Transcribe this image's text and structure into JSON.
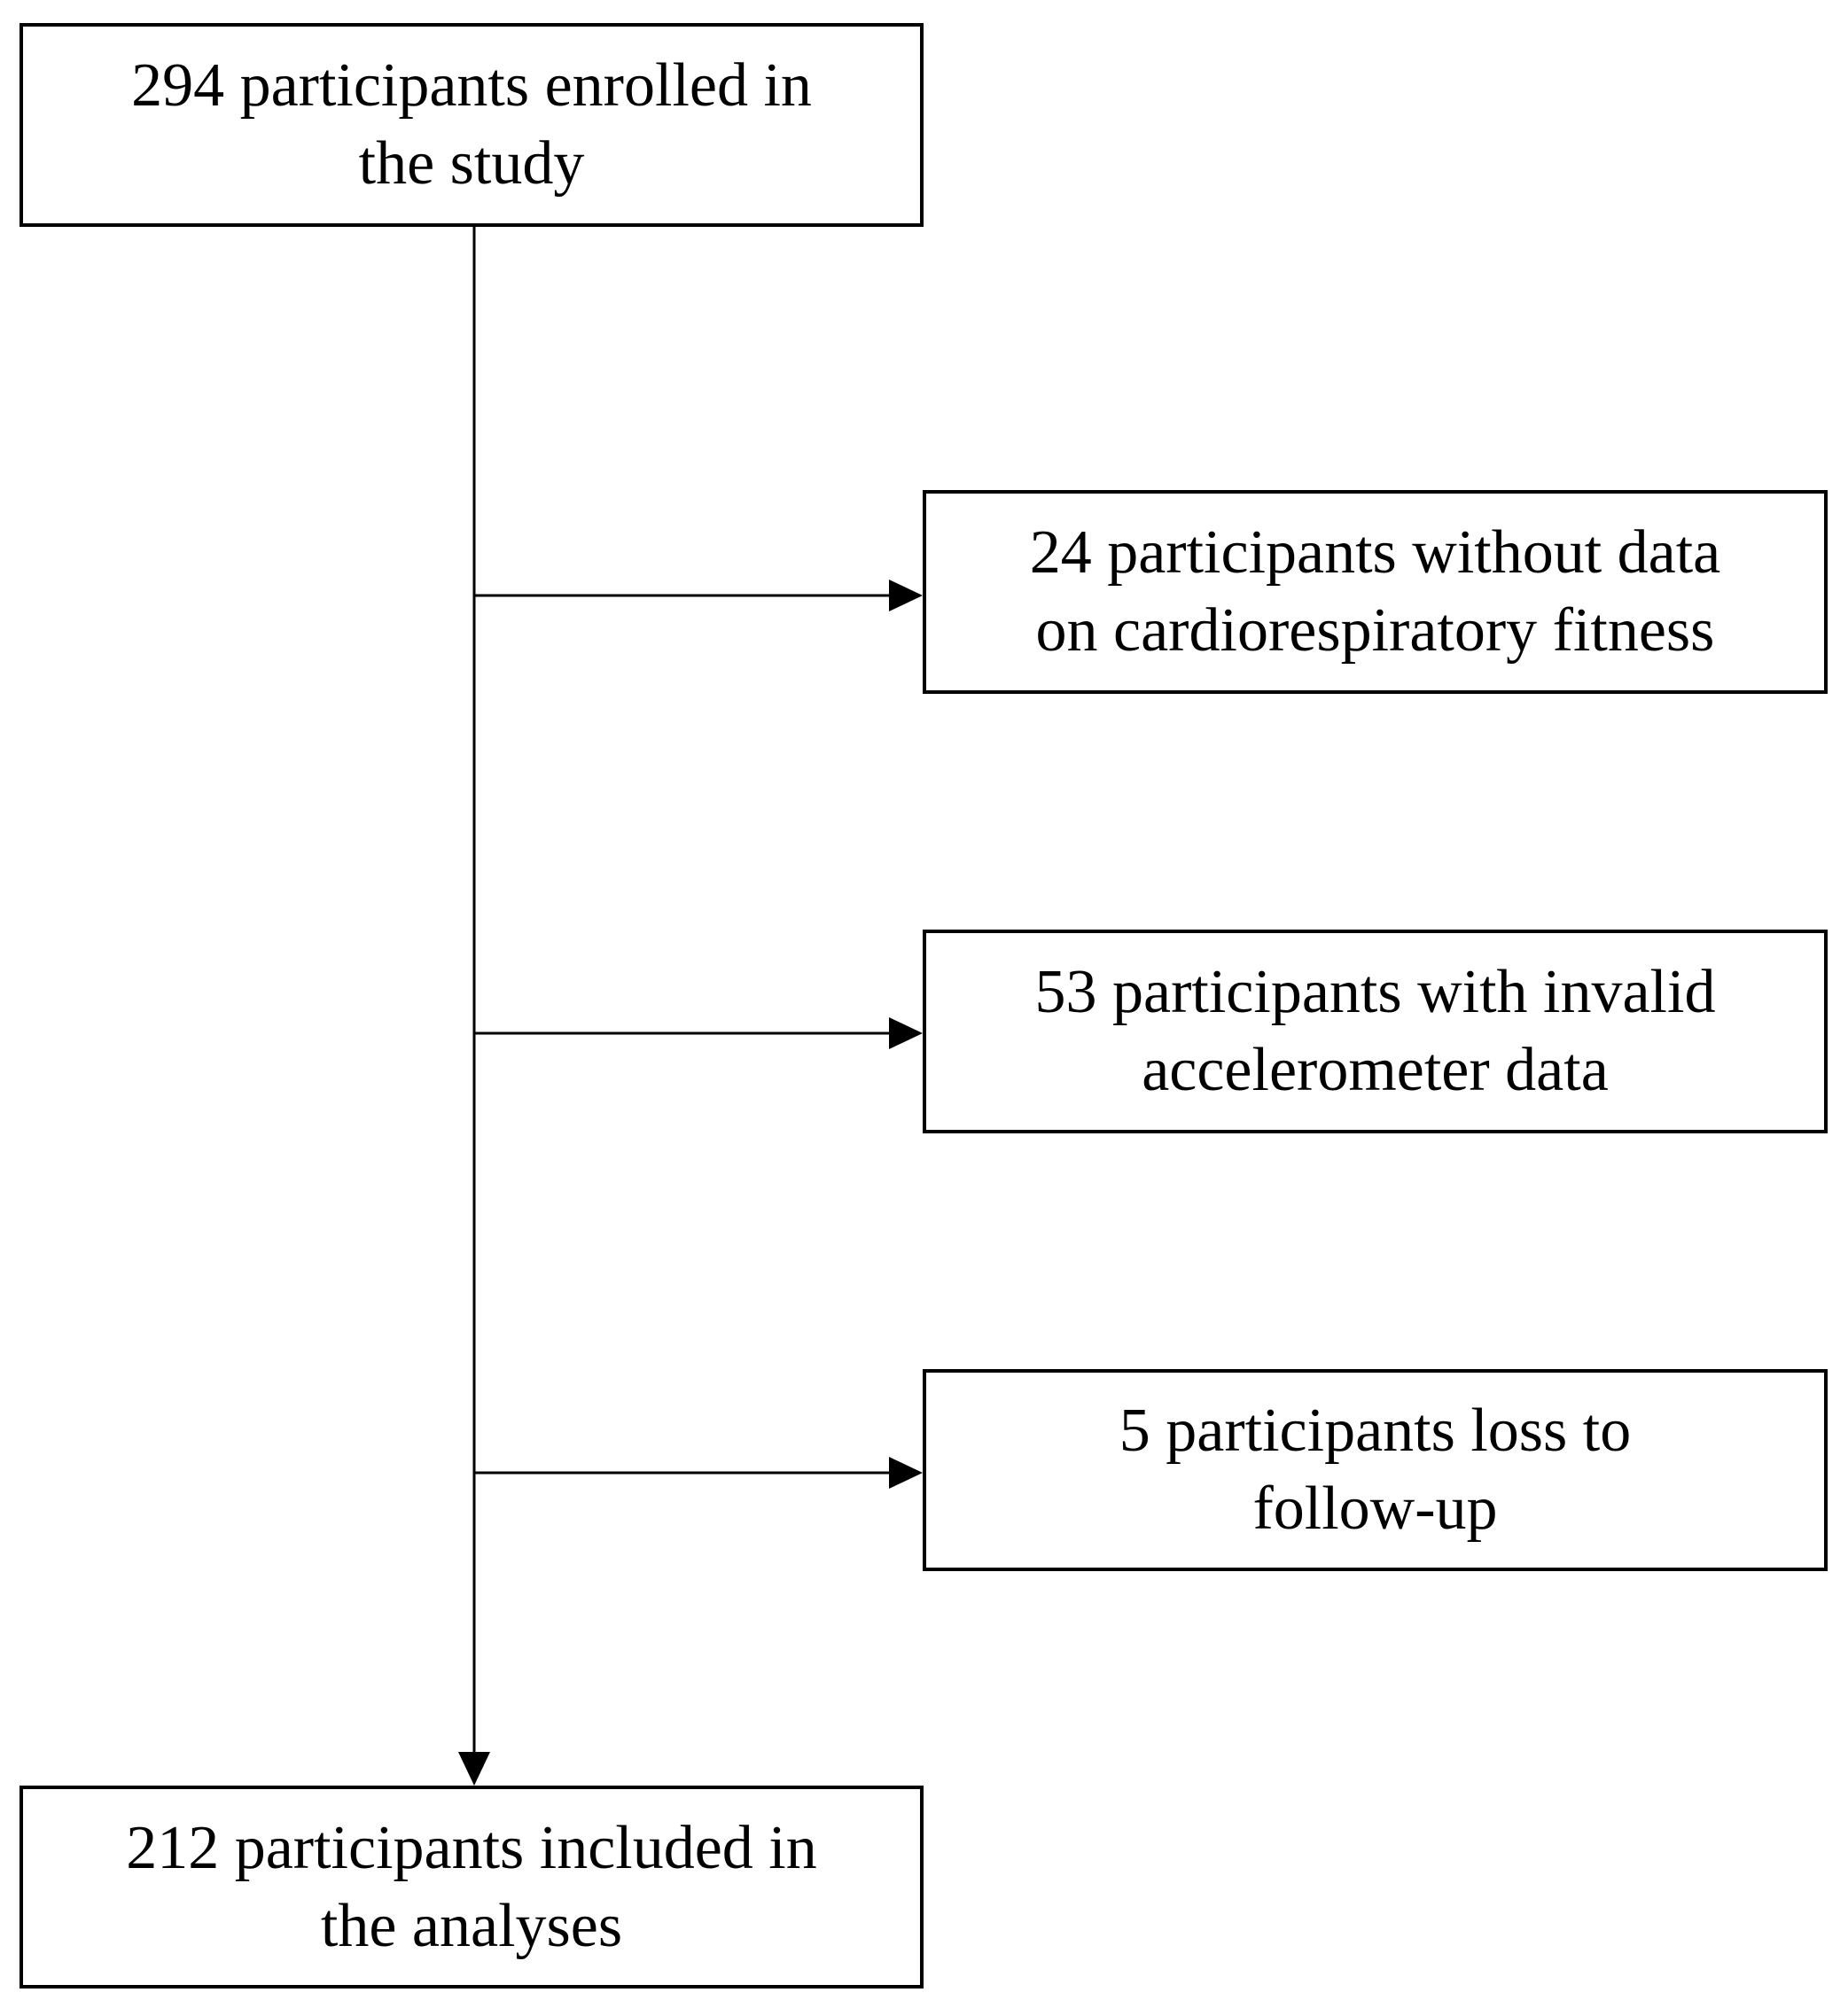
{
  "boxes": {
    "enrolled": "294 participants enrolled in\nthe study",
    "excluded_fitness": "24 participants without data\non cardiorespiratory fitness",
    "excluded_accelerometer": "53 participants with invalid\naccelerometer data",
    "excluded_followup": "5 participants loss to\nfollow-up",
    "included": "212 participants included in\nthe analyses"
  },
  "colors": {
    "stroke": "#000000",
    "background": "#ffffff"
  }
}
